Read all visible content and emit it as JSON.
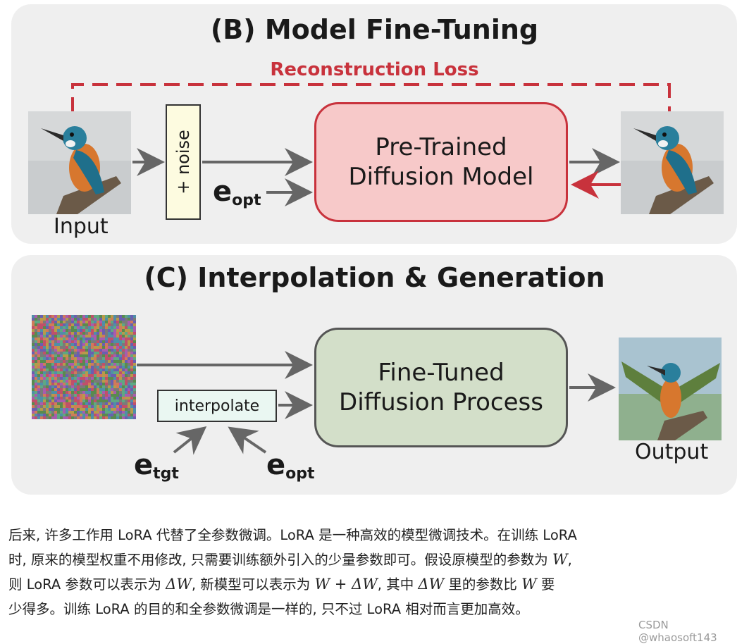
{
  "diagram": {
    "finetune_panel": {
      "title": "(B) Model Fine-Tuning",
      "loss_label": "Reconstruction Loss",
      "input_caption": "Input",
      "noise_label": "+ noise",
      "model_label_line1": "Pre-Trained",
      "model_label_line2": "Diffusion Model",
      "embedding_main": "e",
      "embedding_sub": "opt"
    },
    "generation_panel": {
      "title": "(C) Interpolation & Generation",
      "interpolate_label": "interpolate",
      "model_label_line1": "Fine-Tuned",
      "model_label_line2": "Diffusion Process",
      "output_caption": "Output",
      "etgt_main": "e",
      "etgt_sub": "tgt",
      "eopt_main": "e",
      "eopt_sub": "opt"
    },
    "colors": {
      "panel_bg": "#efefef",
      "loss_red": "#c8323c",
      "pretrained_fill": "#f7c9c9",
      "finetuned_fill": "#d3dfc9",
      "arrow_gray": "#666666"
    }
  },
  "article": {
    "line1": "后来, 许多工作用 LoRA 代替了全参数微调。LoRA 是一种高效的模型微调技术。在训练 LoRA",
    "line2a": "时, 原来的模型权重不用修改, 只需要训练额外引入的少量参数即可。假设原模型的参数为 ",
    "w1": "W",
    "line2b": ",",
    "line3a": "则 LoRA 参数可以表示为 ",
    "dw1": "ΔW",
    "line3b": ", 新模型可以表示为 ",
    "w_plus_dw": "W + ΔW",
    "line3c": ", 其中 ",
    "dw2": "ΔW",
    "line3d": " 里的参数比 ",
    "w2": "W",
    "line3e": " 要",
    "line4": "少得多。训练 LoRA 的目的和全参数微调是一样的, 只不过 LoRA 相对而言更加高效。"
  },
  "watermark": "CSDN @whaosoft143"
}
